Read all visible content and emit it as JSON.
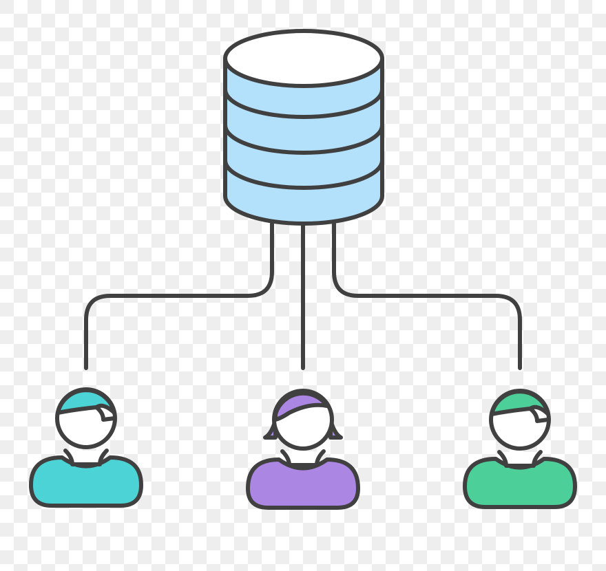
{
  "colors": {
    "outline": "#404040",
    "database_fill": "#b3e0fb",
    "database_top": "#ffffff",
    "person_1": "#4cd3d6",
    "person_2": "#ac86e3",
    "person_3": "#4ccf98",
    "checker_light": "#ffffff",
    "checker_dark": "#eeeeee"
  },
  "nodes": [
    {
      "id": "database",
      "icon": "database-icon"
    },
    {
      "id": "user-1",
      "icon": "user-male-icon",
      "color_key": "person_1"
    },
    {
      "id": "user-2",
      "icon": "user-female-icon",
      "color_key": "person_2"
    },
    {
      "id": "user-3",
      "icon": "user-male-icon",
      "color_key": "person_3"
    }
  ]
}
